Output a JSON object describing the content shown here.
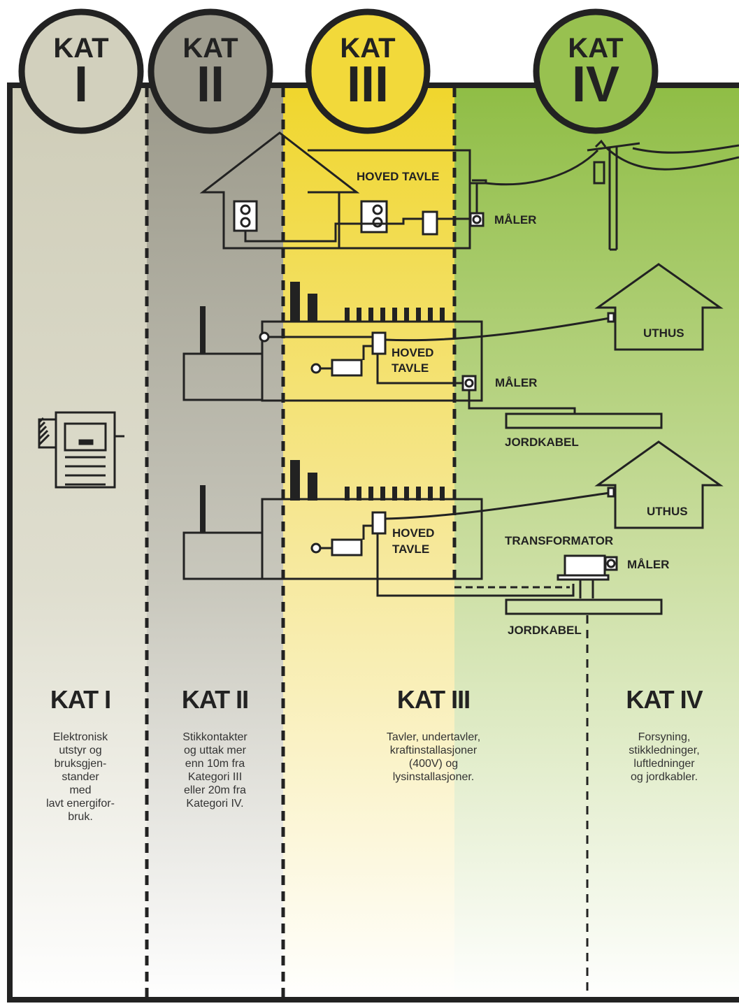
{
  "categories": [
    {
      "badge_top": "KAT",
      "badge_num": "I",
      "title": "KAT I",
      "color": "#d2d0bd",
      "desc": [
        "Elektronisk",
        "utstyr og",
        "bruksgjen-",
        "stander",
        "med",
        "lavt energifor-",
        "bruk."
      ]
    },
    {
      "badge_top": "KAT",
      "badge_num": "II",
      "title": "KAT II",
      "color": "#9e9c8e",
      "desc": [
        "Stikkontakter",
        "og uttak mer",
        "enn 10m fra",
        "Kategori III",
        "eller 20m fra",
        "Kategori IV."
      ]
    },
    {
      "badge_top": "KAT",
      "badge_num": "III",
      "title": "KAT III",
      "color": "#f2d93a",
      "desc": [
        "Tavler, undertavler,",
        "kraftinstallasjoner",
        "(400V) og",
        "lysinstallasjoner."
      ]
    },
    {
      "badge_top": "KAT",
      "badge_num": "IV",
      "title": "KAT IV",
      "color": "#98c150",
      "desc": [
        "Forsyning,",
        "stikkledninger,",
        "luftledninger",
        "og jordkabler."
      ]
    }
  ],
  "diagram_labels": {
    "hoved_tavle_1": "HOVED TAVLE",
    "maler_1": "MÅLER",
    "hoved_2": "HOVED",
    "tavle_2": "TAVLE",
    "maler_2": "MÅLER",
    "uthus_1": "UTHUS",
    "jordkabel_1": "JORDKABEL",
    "hoved_3": "HOVED",
    "tavle_3": "TAVLE",
    "transformator": "TRANSFORMATOR",
    "maler_3": "MÅLER",
    "uthus_2": "UTHUS",
    "jordkabel_2": "JORDKABEL"
  },
  "icons": [
    "house-icon",
    "outlet-icon",
    "meter-icon",
    "utility-pole-icon",
    "factory-icon",
    "printer-icon",
    "transformer-icon",
    "ground-cable-icon"
  ]
}
